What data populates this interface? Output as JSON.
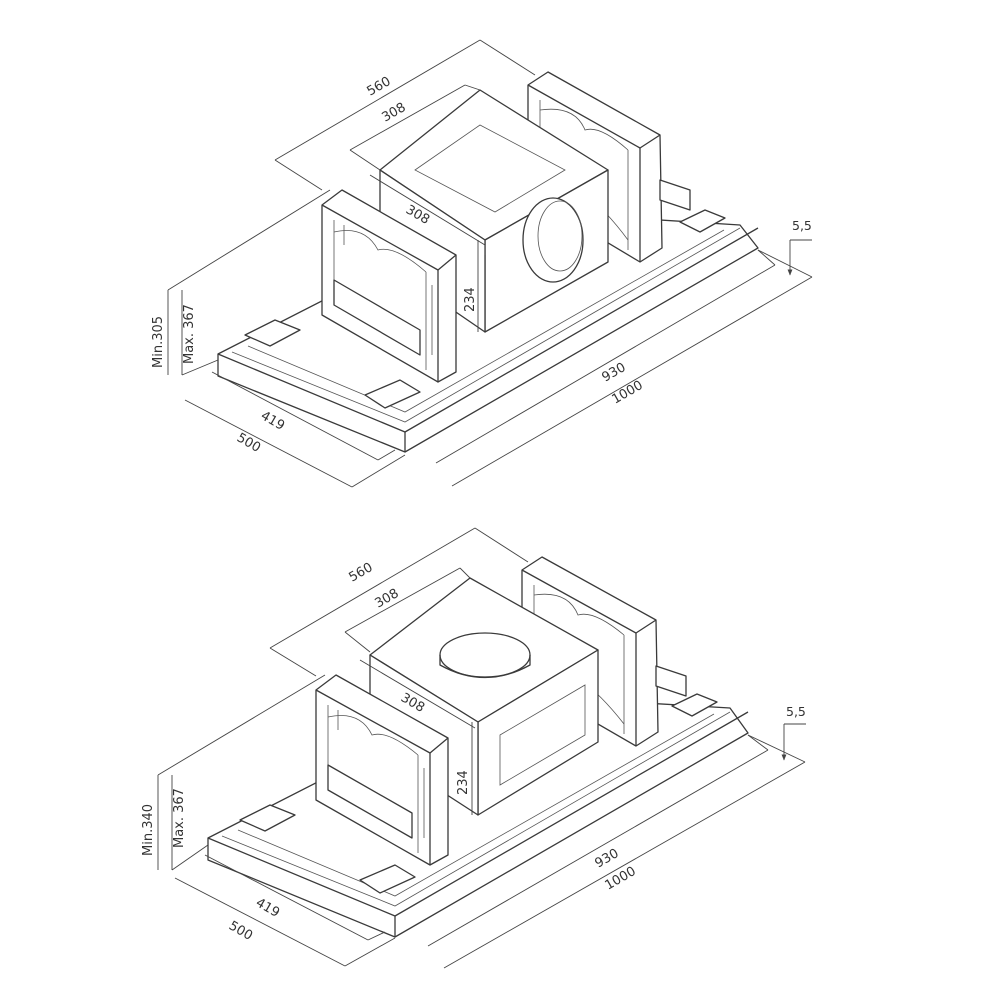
{
  "top_view": {
    "dimensions": {
      "width_560": "560",
      "box_308_top": "308",
      "box_308_front": "308",
      "height_234": "234",
      "min_height": "Min.305",
      "max_height": "Max. 367",
      "depth_419": "419",
      "depth_500": "500",
      "length_930": "930",
      "length_1000": "1000",
      "thickness": "5,5"
    }
  },
  "bottom_view": {
    "dimensions": {
      "width_560": "560",
      "box_308_top": "308",
      "box_308_front": "308",
      "height_234": "234",
      "min_height": "Min.340",
      "max_height": "Max. 367",
      "depth_419": "419",
      "depth_500": "500",
      "length_930": "930",
      "length_1000": "1000",
      "thickness": "5,5"
    }
  }
}
